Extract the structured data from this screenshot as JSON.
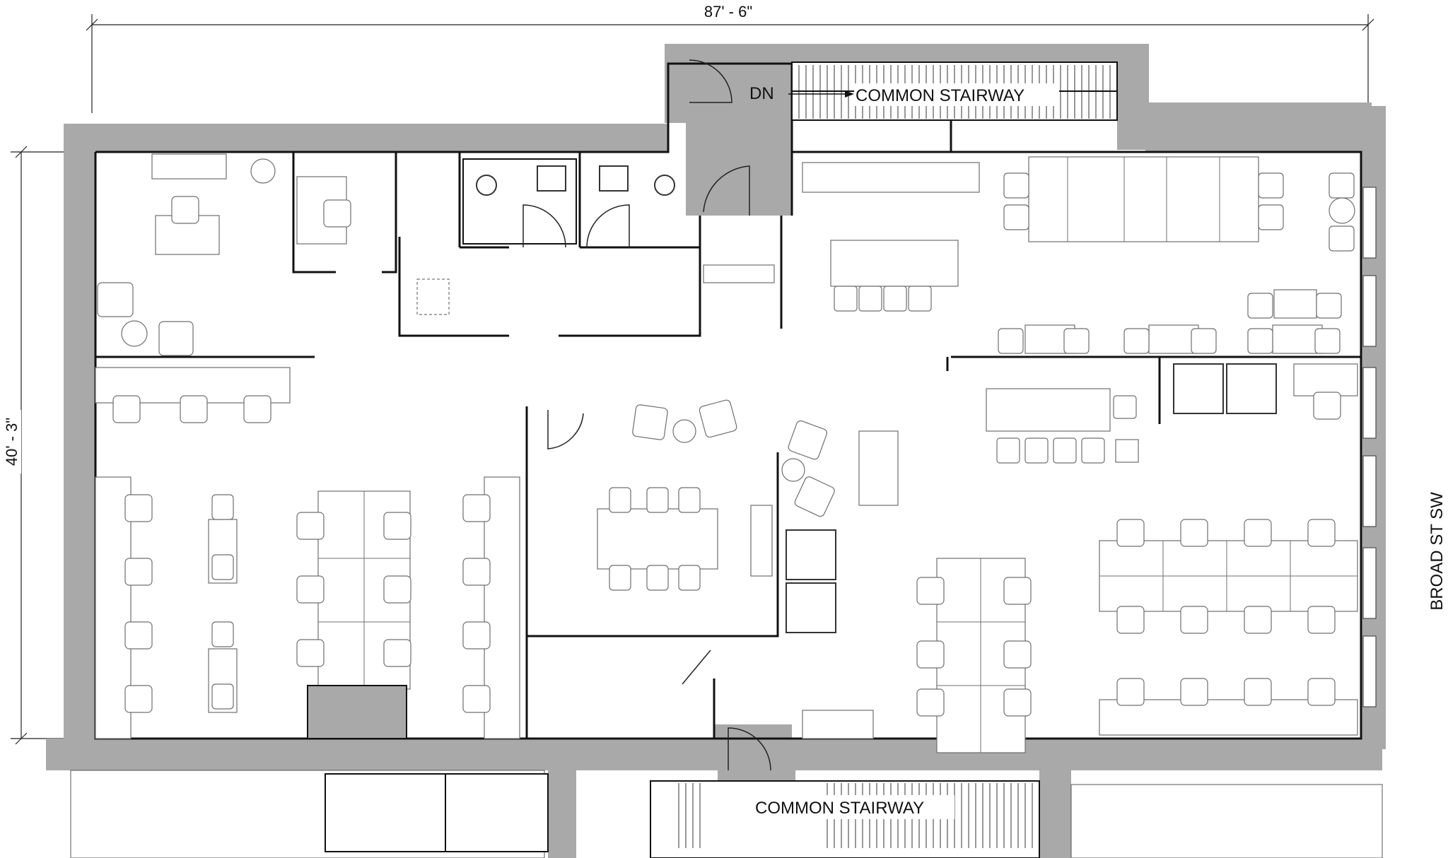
{
  "dimensions": {
    "width_label": "87' - 6\"",
    "height_label": "40' - 3\""
  },
  "labels": {
    "dn": "DN",
    "stair_top": "COMMON STAIRWAY",
    "stair_bottom": "COMMON STAIRWAY",
    "street": "BROAD ST SW"
  },
  "colors": {
    "wall_fill": "#a9a9a9",
    "wall_line": "#111111",
    "furniture_line": "#6f6f6f",
    "background": "#ffffff"
  }
}
